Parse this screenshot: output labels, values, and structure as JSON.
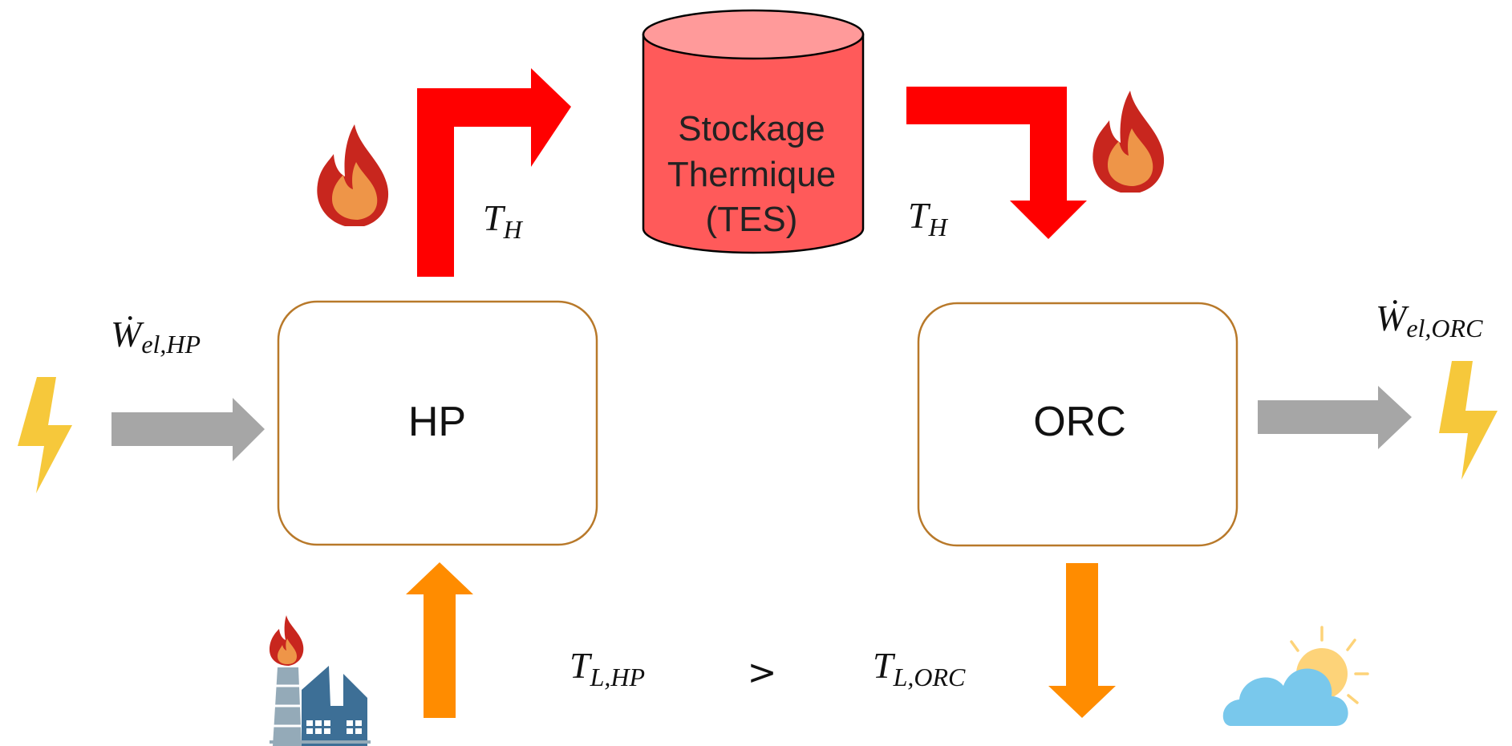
{
  "nodes": {
    "hp": {
      "label": "HP"
    },
    "orc": {
      "label": "ORC"
    },
    "tes": {
      "line1": "Stockage",
      "line2": "Thermique",
      "line3": "(TES)"
    }
  },
  "symbols": {
    "w_hp": {
      "main": "Ẇ",
      "sub": "el,HP"
    },
    "w_orc": {
      "main": "Ẇ",
      "sub": "el,ORC"
    },
    "th_left": {
      "main": "T",
      "sub": "H"
    },
    "th_right": {
      "main": "T",
      "sub": "H"
    },
    "tl_hp": {
      "main": "T",
      "sub": "L,HP"
    },
    "tl_orc": {
      "main": "T",
      "sub": "L,ORC"
    },
    "comparison": ">"
  },
  "icons": [
    "flame-icon",
    "lightning-icon",
    "factory-icon",
    "cloud-sun-icon"
  ],
  "colors": {
    "hot_flow": "#ff0000",
    "cold_flow": "#ff8c00",
    "electric_flow": "#a6a6a6",
    "tes_fill": "#ff5a5a",
    "tes_top": "#ff9a9a",
    "box_border": "#b8792a",
    "lightning": "#f6c83b",
    "flame_outer": "#c8261e",
    "flame_inner": "#ee9548",
    "factory": "#3d6f96",
    "cloud": "#79c8ec",
    "sun": "#fdd379"
  }
}
